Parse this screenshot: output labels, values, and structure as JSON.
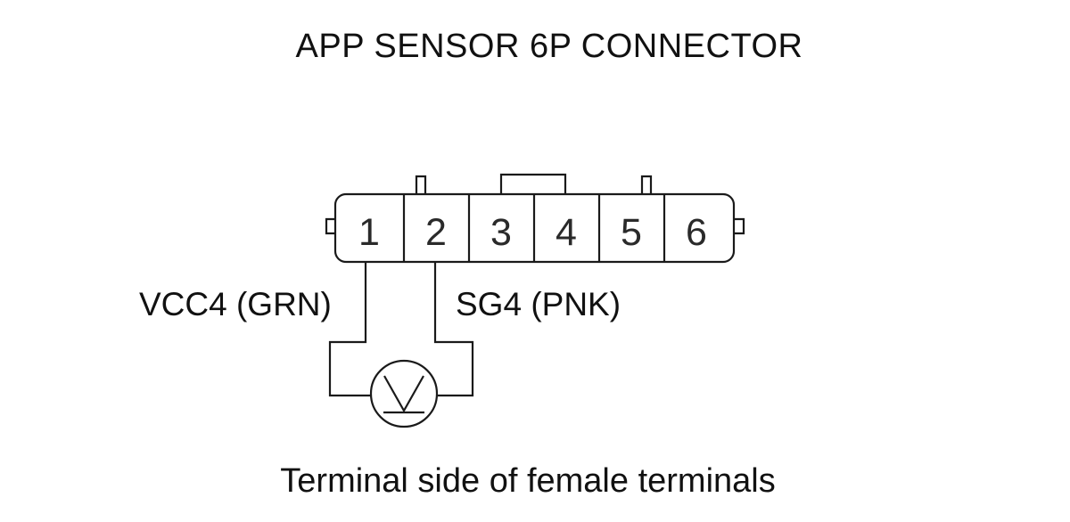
{
  "title": "APP SENSOR 6P CONNECTOR",
  "connector": {
    "terminals": [
      "1",
      "2",
      "3",
      "4",
      "5",
      "6"
    ]
  },
  "wires": {
    "vcc4_label": "VCC4 (GRN)",
    "sg4_label": "SG4 (PNK)"
  },
  "meter": {
    "icon": "voltmeter-icon"
  },
  "caption": "Terminal side of female terminals"
}
